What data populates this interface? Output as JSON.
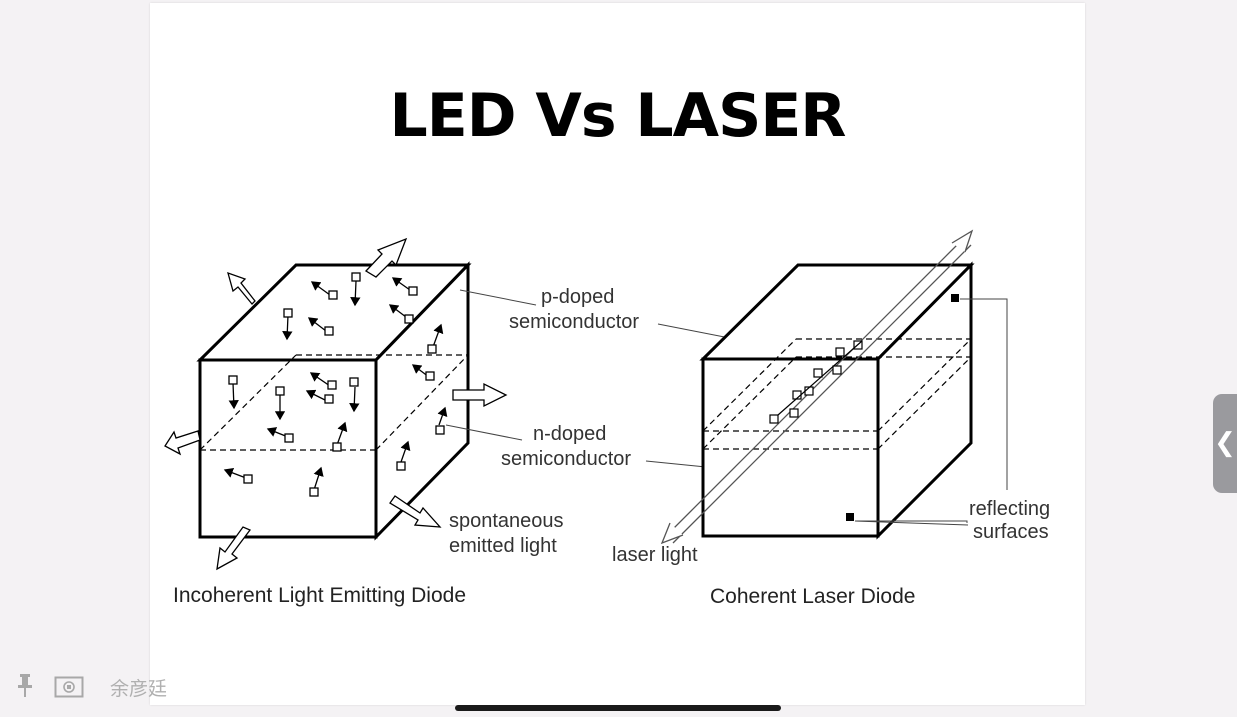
{
  "slide": {
    "title": "LED Vs LASER",
    "labels": {
      "p_doped_line1": "p-doped",
      "p_doped_line2": "semiconductor",
      "n_doped_line1": "n-doped",
      "n_doped_line2": "semiconductor",
      "spontaneous_line1": "spontaneous",
      "spontaneous_line2": "emitted light",
      "laser_light": "laser light",
      "reflecting_line1": "reflecting",
      "reflecting_line2": "surfaces"
    },
    "captions": {
      "led": "Incoherent Light Emitting Diode",
      "laser": "Coherent Laser Diode"
    }
  },
  "side_tab": {
    "icon": "chevron-left-icon",
    "glyph": "❮"
  },
  "bottom_bar": {
    "pin_icon": "pin-icon",
    "frame_icon": "frame-icon",
    "user_name": "余彦廷"
  },
  "colors": {
    "page_bg": "#f4f2f4",
    "slide_bg": "#ffffff",
    "tab": "#9a9a9e"
  }
}
